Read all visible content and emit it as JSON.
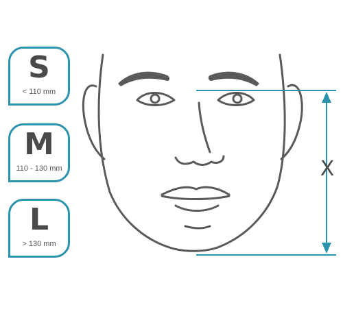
{
  "sizes": [
    {
      "letter": "S",
      "range": "< 110 mm"
    },
    {
      "letter": "M",
      "range": "110 - 130 mm"
    },
    {
      "letter": "L",
      "range": "> 130 mm"
    }
  ],
  "measurement": {
    "label": "X"
  },
  "colors": {
    "accent": "#2b93ad",
    "line_art": "#5a5a5a",
    "text": "#4a4a4a"
  }
}
